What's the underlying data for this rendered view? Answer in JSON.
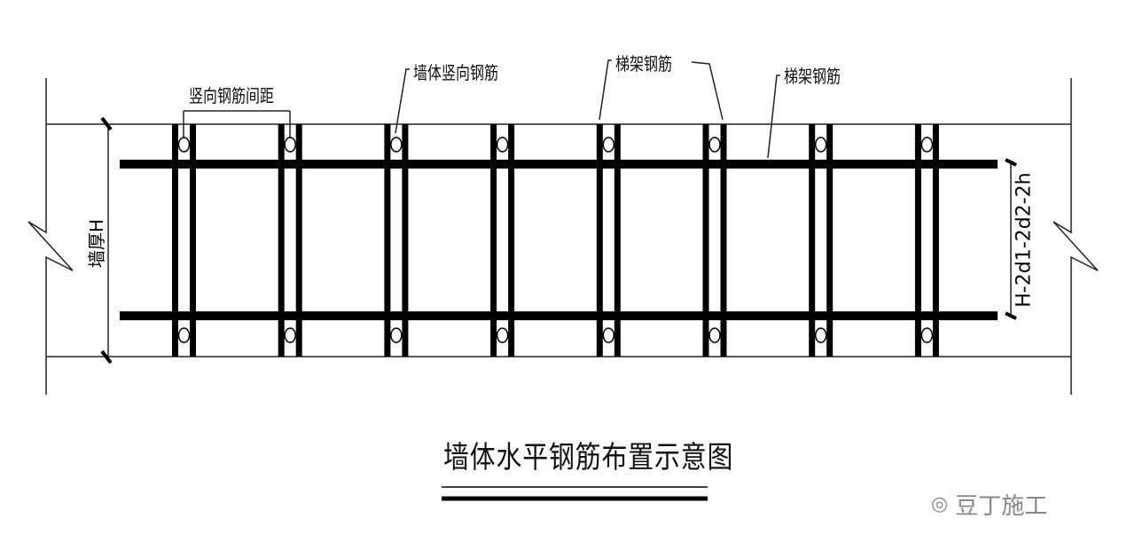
{
  "labels": {
    "vertical_spacing": "竖向钢筋间距",
    "wall_vertical_bar": "墙体竖向钢筋",
    "ladder_bar_1": "梯架钢筋",
    "ladder_bar_2": "梯架钢筋",
    "wall_thickness": "墙厚H",
    "inner_dimension": "H-2d1-2d2-2h"
  },
  "title": "墙体水平钢筋布置示意图",
  "watermark": {
    "text": "豆丁施工",
    "icon": "wechat-icon"
  },
  "bar_pair_count": 8
}
